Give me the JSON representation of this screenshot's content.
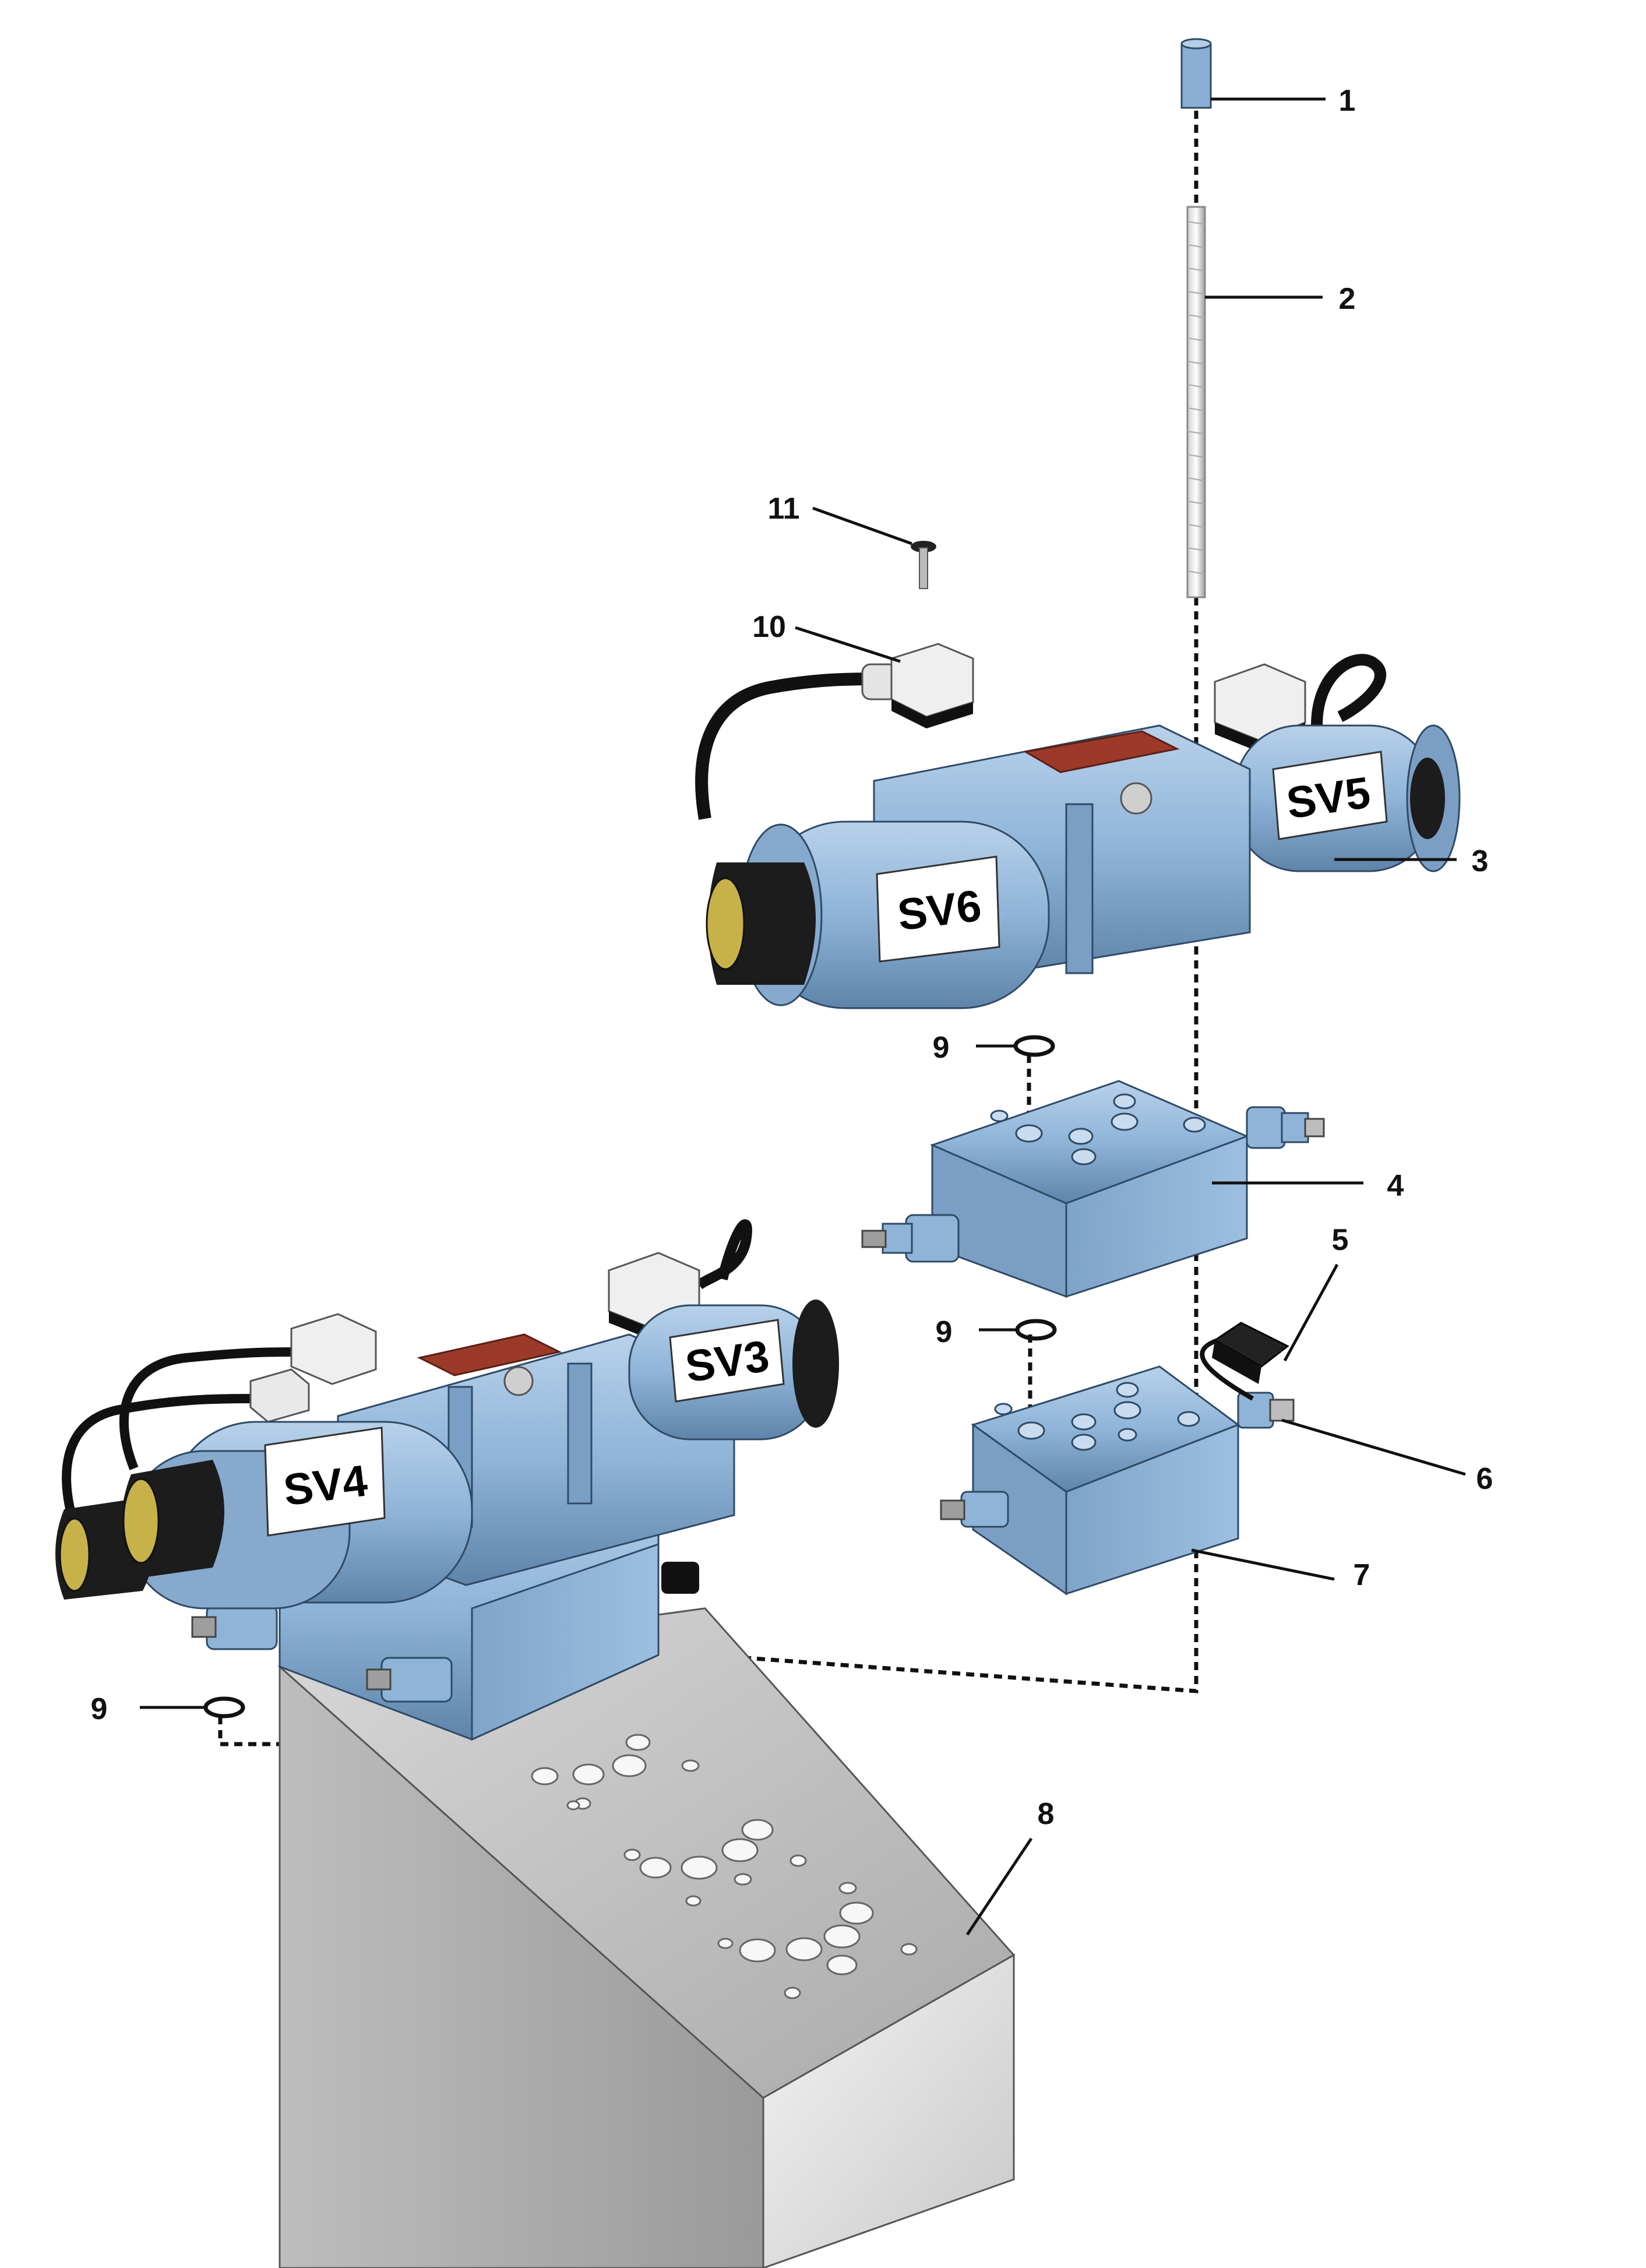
{
  "callouts": {
    "c1": "1",
    "c2": "2",
    "c3": "3",
    "c4": "4",
    "c5": "5",
    "c6": "6",
    "c7": "7",
    "c8": "8",
    "c9a": "9",
    "c9b": "9",
    "c9c": "9",
    "c10": "10",
    "c11": "11"
  },
  "valve_labels": {
    "sv3": "SV3",
    "sv4": "SV4",
    "sv5": "SV5",
    "sv6": "SV6"
  },
  "colors": {
    "valve_blue": "#8fb4d8",
    "valve_shadow": "#6f93b8",
    "manifold_grey": "#cfcfcf",
    "knob_black": "#1c1c1c",
    "plate_red": "#9c3a2a",
    "connector_white": "#eeeeee"
  }
}
